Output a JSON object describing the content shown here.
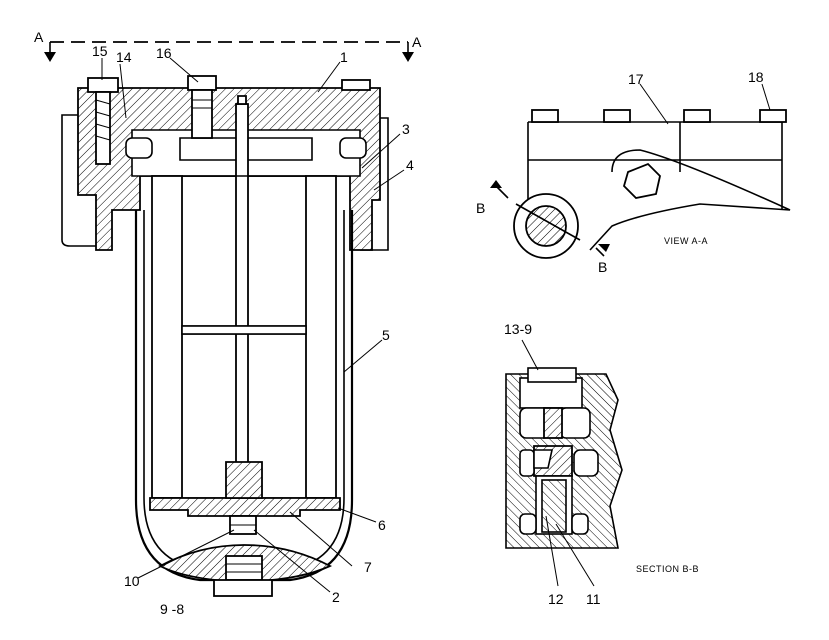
{
  "view_marker": {
    "letter_left": "A",
    "letter_right": "A"
  },
  "callouts_main": {
    "c15": "15",
    "c14": "14",
    "c16": "16",
    "c1": "1",
    "c3": "3",
    "c4": "4",
    "c5": "5",
    "c6": "6",
    "c7": "7",
    "c2": "2",
    "c10": "10",
    "c9_8": "9 -8"
  },
  "view_aa": {
    "caption": "VIEW A-A",
    "c17": "17",
    "c18": "18",
    "section_left": "B",
    "section_right": "B"
  },
  "section_bb": {
    "caption": "SECTION B-B",
    "c13_9": "13-9",
    "c12": "12",
    "c11": "11"
  }
}
